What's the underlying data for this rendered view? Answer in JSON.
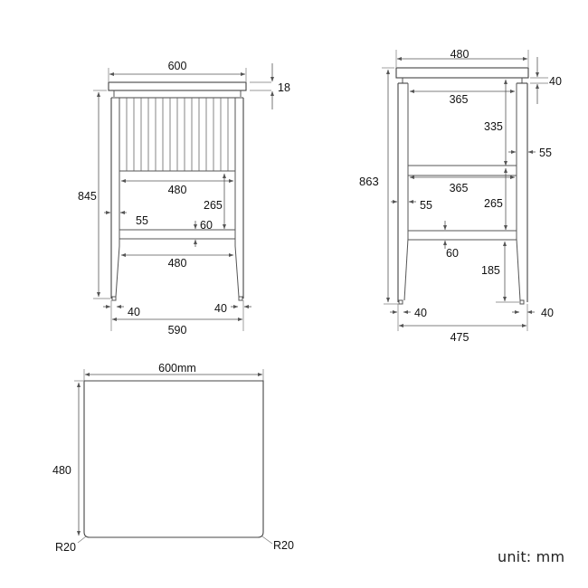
{
  "front_view": {
    "top_width": "600",
    "top_thickness": "18",
    "total_height": "845",
    "inner_width_upper": "480",
    "rail_to_shelf": "265",
    "leg_inset": "55",
    "shelf_thickness": "60",
    "inner_width_lower": "480",
    "leg_left_width": "40",
    "leg_right_width": "40",
    "base_width": "590"
  },
  "side_view": {
    "top_width": "480",
    "top_thickness": "40",
    "total_height": "863",
    "inner_width_top": "365",
    "top_to_rail": "335",
    "leg_width_right": "55",
    "inner_width_mid": "365",
    "rail_to_shelf": "265",
    "leg_inset_left": "55",
    "shelf_thickness": "60",
    "shelf_to_floor": "185",
    "leg_left_width": "40",
    "leg_right_width": "40",
    "base_width": "475"
  },
  "top_view": {
    "width": "600mm",
    "depth": "480",
    "radius_left": "R20",
    "radius_right": "R20"
  },
  "unit_label": "unit: mm",
  "colors": {
    "line": "#555555",
    "text": "#111111",
    "background": "#ffffff"
  }
}
